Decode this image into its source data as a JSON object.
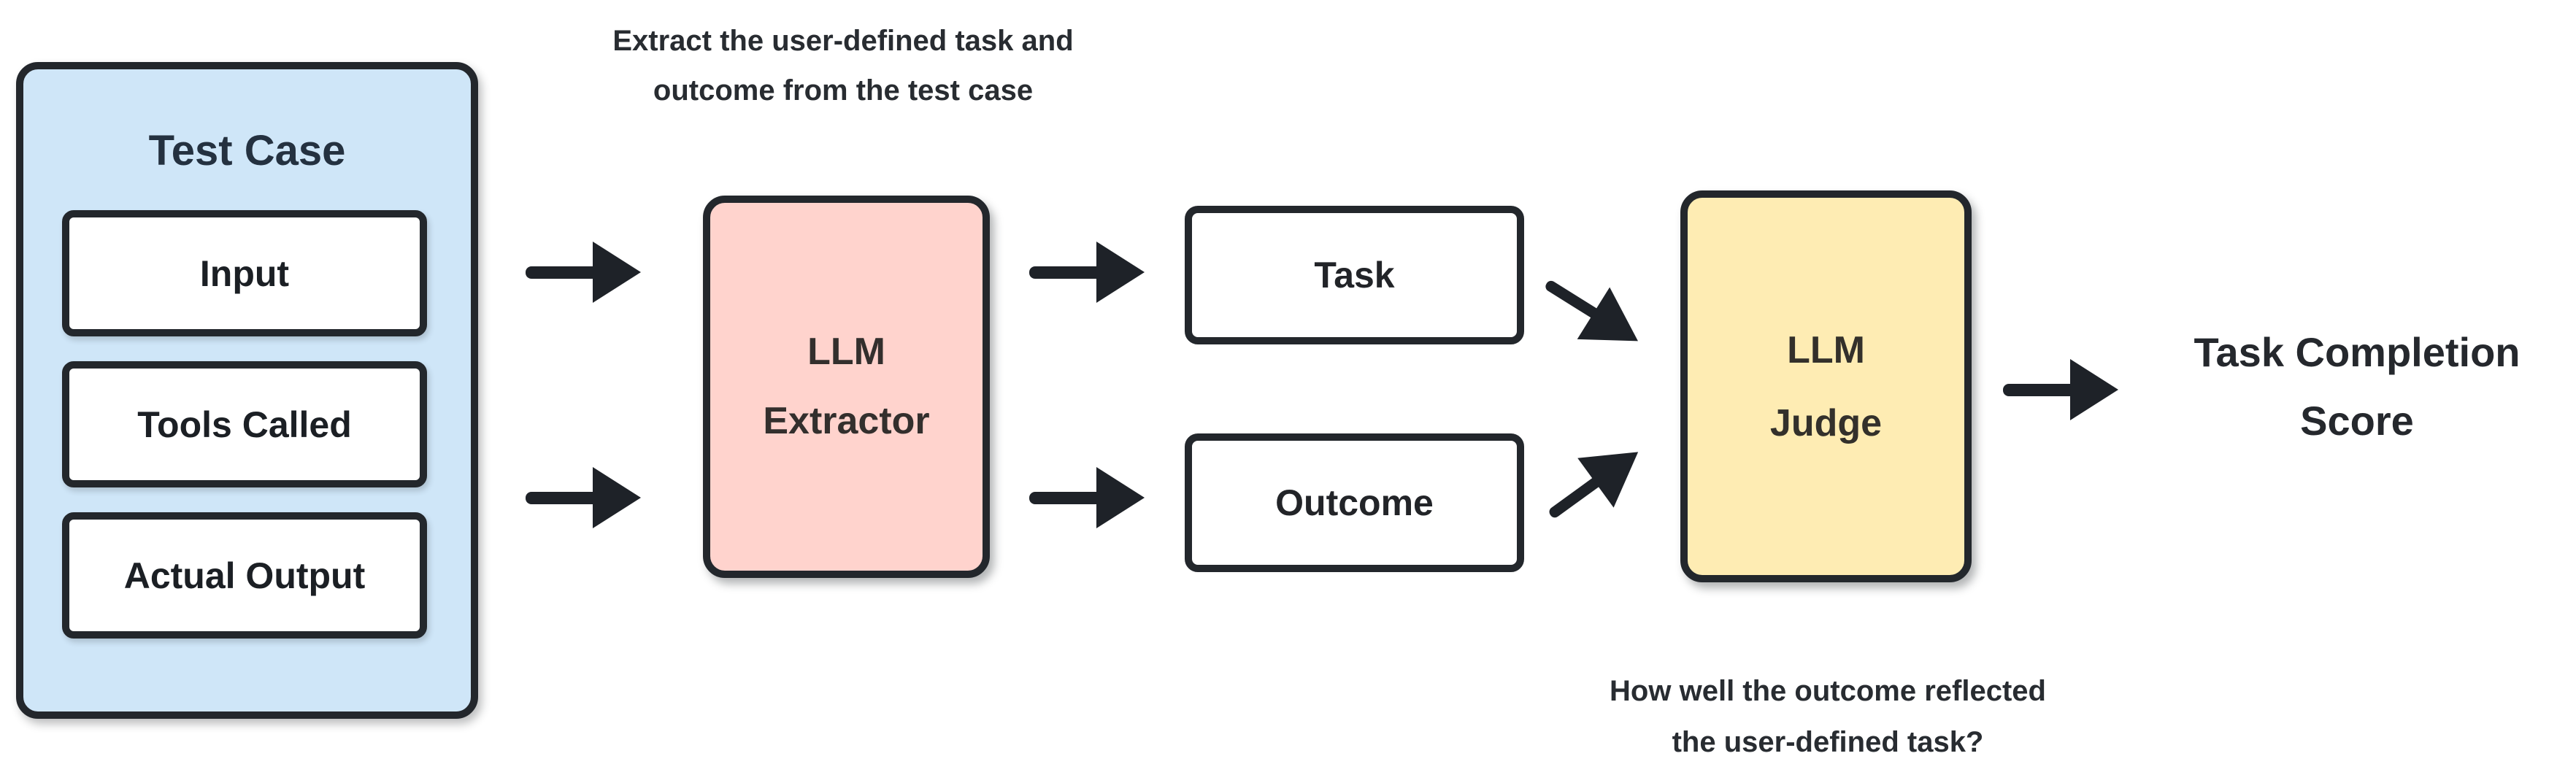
{
  "colors": {
    "test_case_fill": "#cfe6f8",
    "extractor_fill": "#ffd3cd",
    "judge_fill": "#feecb3",
    "box_border": "#23272c",
    "arrow": "#1e2228",
    "text": "#23272c"
  },
  "annotation_top": {
    "line1": "Extract the user-defined task and",
    "line2": "outcome from the test case"
  },
  "test_case": {
    "title": "Test Case",
    "items": [
      "Input",
      "Tools Called",
      "Actual Output"
    ]
  },
  "extractor": {
    "line1": "LLM",
    "line2": "Extractor"
  },
  "task": {
    "label": "Task"
  },
  "outcome": {
    "label": "Outcome"
  },
  "judge": {
    "line1": "LLM",
    "line2": "Judge"
  },
  "score": {
    "line1": "Task Completion",
    "line2": "Score"
  },
  "annotation_bottom": {
    "line1": "How well the outcome reflected",
    "line2": "the user-defined task?"
  }
}
